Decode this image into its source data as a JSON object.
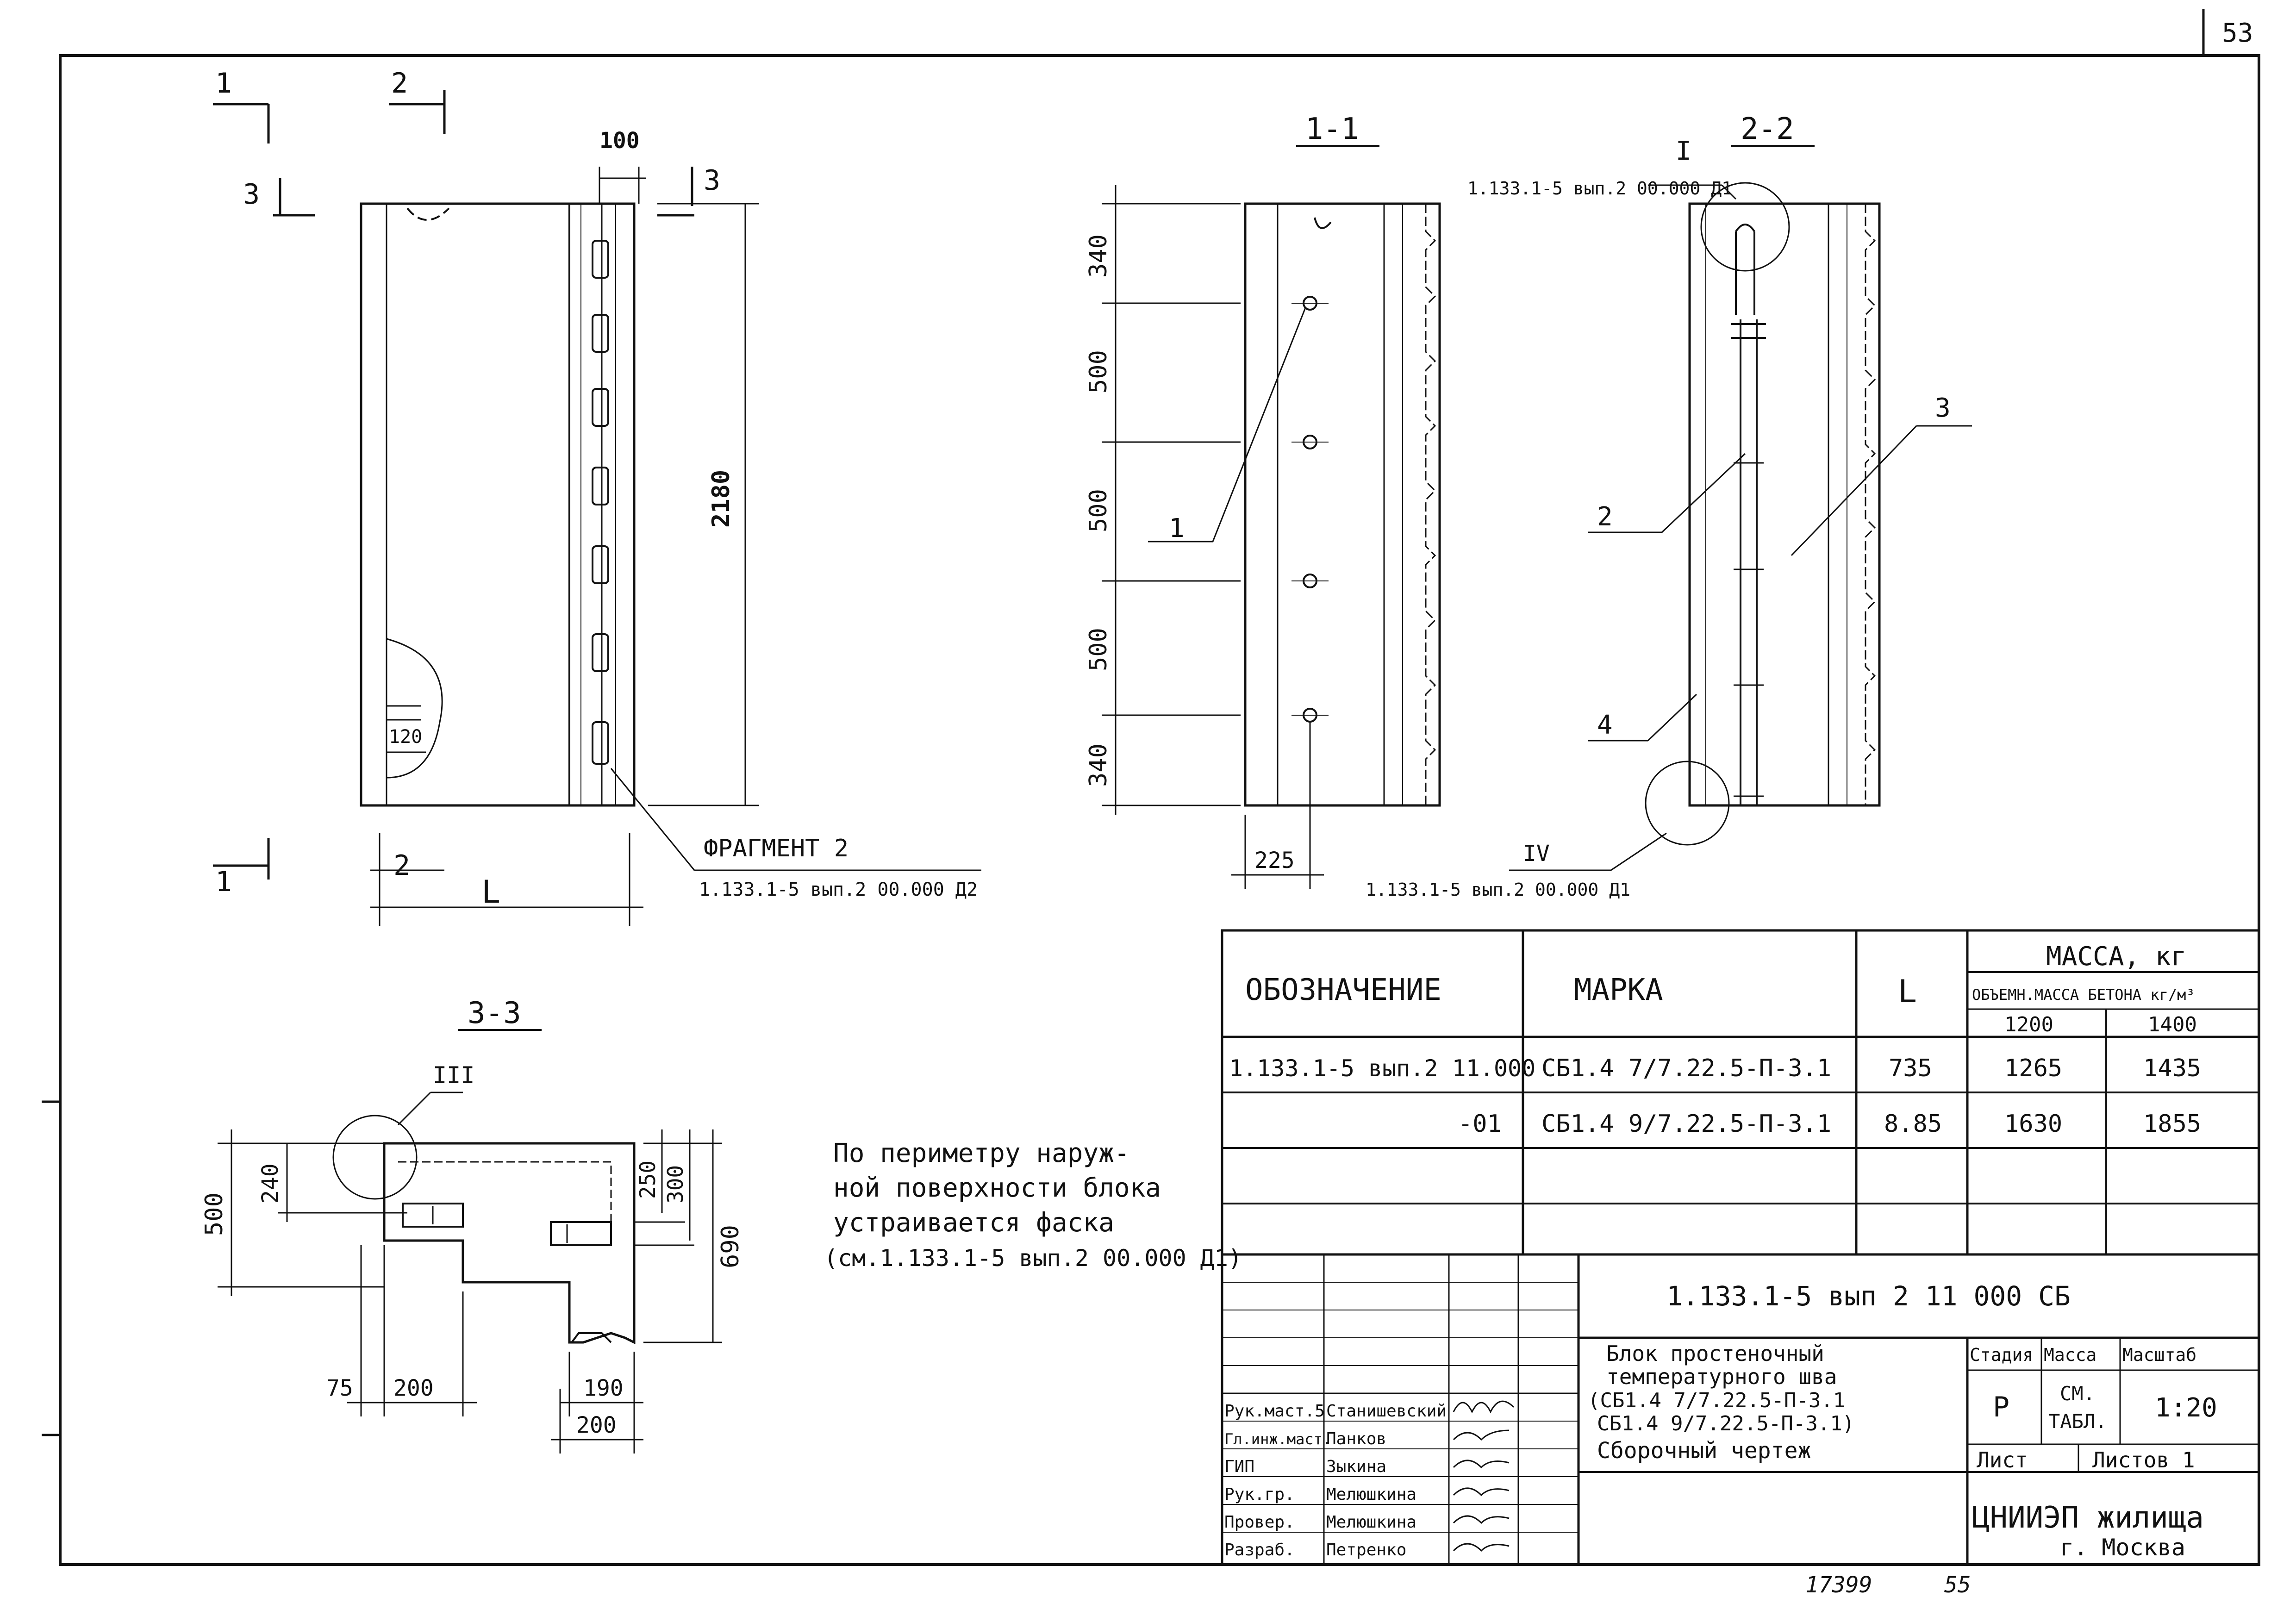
{
  "page_corner_number": "53",
  "views": {
    "section_1_1": "1-1",
    "section_2_2": "2-2",
    "section_3_3": "3-3",
    "cut_mark_1": "1",
    "cut_mark_2": "2",
    "cut_mark_3": "3"
  },
  "dimensions": {
    "top_width": "100",
    "height": "2180",
    "small": "120",
    "l_label": "L",
    "two_label": "2",
    "sec11": [
      "340",
      "500",
      "500",
      "500",
      "340"
    ],
    "sec11_offset": "225",
    "s33_500": "500",
    "s33_240": "240",
    "s33_250": "250",
    "s33_300": "300",
    "s33_690": "690",
    "s33_75": "75",
    "s33_200a": "200",
    "s33_190": "190",
    "s33_200b": "200"
  },
  "callouts": {
    "fragment2_title": "ФРАГМЕНТ 2",
    "fragment2_ref": "1.133.1-5 вып.2 00.000 Д2",
    "node1_label": "I",
    "node1_ref": "1.133.1-5 вып.2 00.000 Д1",
    "node4_label": "IV",
    "node4_ref": "1.133.1-5 вып.2 00.000 Д1",
    "node3_label": "III",
    "pos1": "1",
    "pos2": "2",
    "pos3": "3",
    "pos4": "4"
  },
  "note": [
    "По периметру наруж-",
    "ной поверхности блока",
    "устраивается фаска",
    "(см.1.133.1-5 вып.2 00.000 Д1)"
  ],
  "spec_table": {
    "headers": {
      "designation": "ОБОЗНАЧЕНИЕ",
      "mark": "МАРКА",
      "length": "L",
      "mass": "МАССА, кг",
      "mass_sub": "ОБЪЕМН.МАССА БЕТОНА кг/м³",
      "d1": "1200",
      "d2": "1400"
    },
    "rows": [
      {
        "designation": "1.133.1-5 вып.2 11.000",
        "mark": "СБ1.4 7/7.22.5-П-3.1",
        "length": "735",
        "m1": "1265",
        "m2": "1435"
      },
      {
        "designation": "-01",
        "mark": "СБ1.4 9/7.22.5-П-3.1",
        "length": "8.85",
        "m1": "1630",
        "m2": "1855"
      }
    ]
  },
  "title_block": {
    "doc_code": "1.133.1-5 вып 2 11 000 СБ",
    "title": [
      "Блок простеночный",
      "температурного шва",
      "(СБ1.4 7/7.22.5-П-3.1",
      "СБ1.4 9/7.22.5-П-3.1)",
      "Сборочный чертеж"
    ],
    "stage_label": "Стадия",
    "mass_label": "Масса",
    "scale_label": "Масштаб",
    "stage": "Р",
    "mass": [
      "СМ.",
      "ТАБЛ."
    ],
    "scale": "1:20",
    "sheet_label": "Лист",
    "sheets_label": "Листов 1",
    "org": "ЦНИИЭП жилища",
    "city": "г. Москва",
    "staff": [
      {
        "role": "Рук.маст.5",
        "name": "Станишевский"
      },
      {
        "role": "Гл.инж.маст.",
        "name": "Панков"
      },
      {
        "role": "ГИП",
        "name": "Зыкина"
      },
      {
        "role": "Рук.гр.",
        "name": "Мелюшкина"
      },
      {
        "role": "Провер.",
        "name": "Мелюшкина"
      },
      {
        "role": "Разраб.",
        "name": "Петренко"
      }
    ]
  },
  "footer": {
    "number": "17399",
    "page": "55"
  }
}
